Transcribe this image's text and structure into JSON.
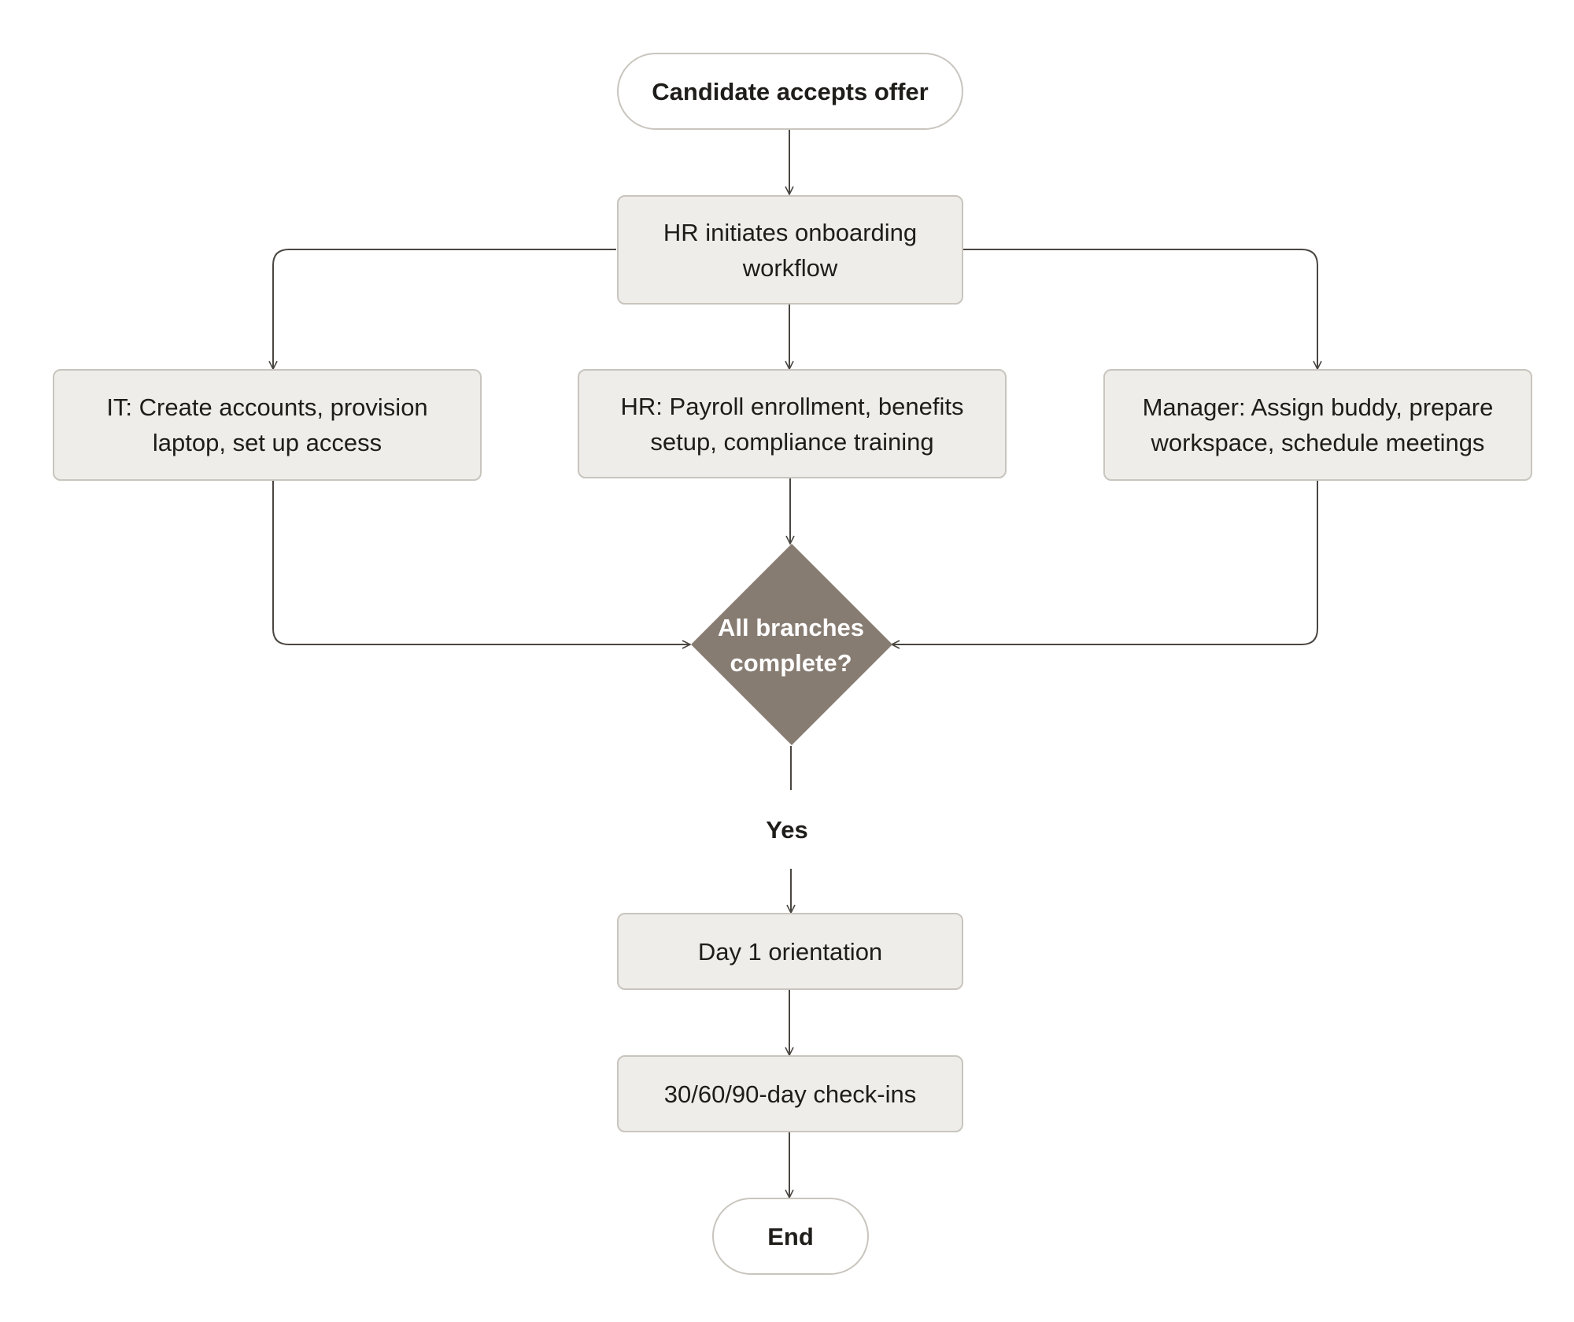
{
  "diagram": {
    "nodes": {
      "start": "Candidate accepts offer",
      "hr_initiates": "HR initiates onboarding workflow",
      "it_task": "IT: Create accounts, provision laptop, set up access",
      "hr_task": "HR: Payroll enrollment, benefits setup, compliance training",
      "manager_task": "Manager: Assign buddy, prepare workspace, schedule meetings",
      "decision": "All branches complete?",
      "day1": "Day 1 orientation",
      "checkins": "30/60/90-day check-ins",
      "end": "End"
    },
    "edge_labels": {
      "decision_yes": "Yes"
    },
    "colors": {
      "box_fill": "#efede9",
      "box_border": "#c9c5be",
      "decision_fill": "#877c72",
      "connector": "#4a4641"
    }
  }
}
